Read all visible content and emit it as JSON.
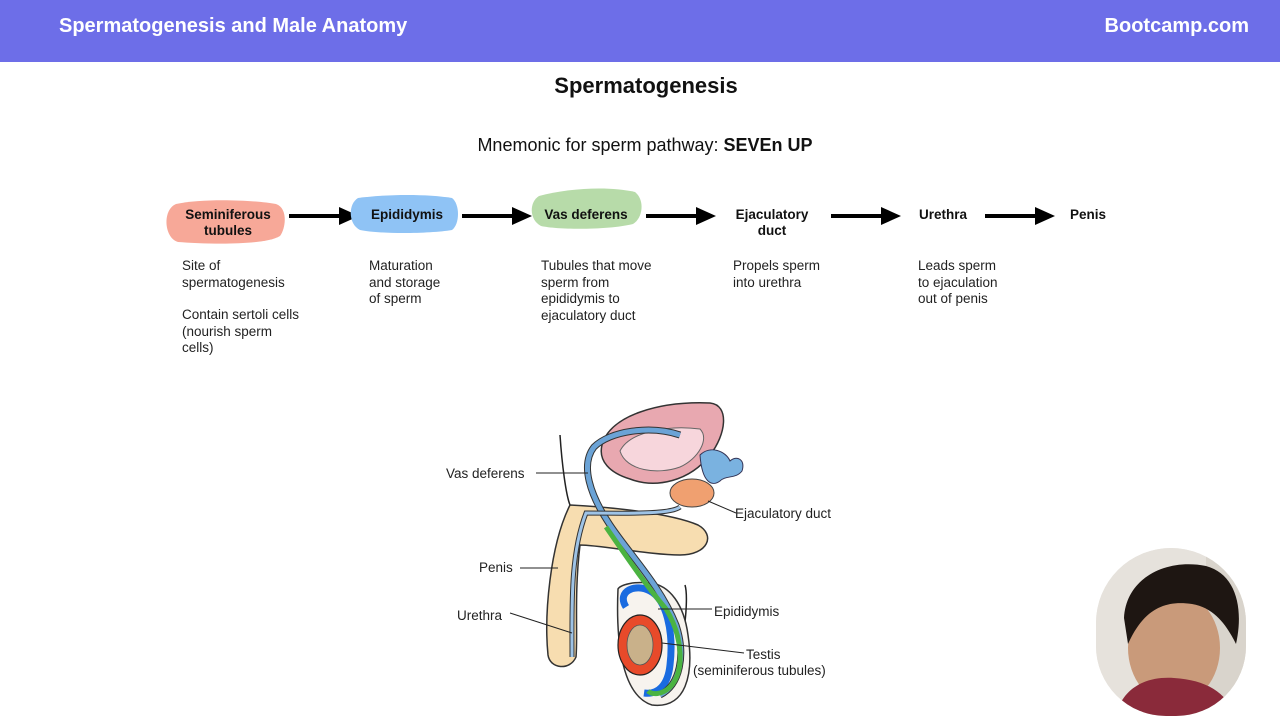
{
  "header": {
    "title": "Spermatogenesis and Male Anatomy",
    "brand": "Bootcamp.com"
  },
  "page_title": "Spermatogenesis",
  "mnemonic": {
    "prefix": "Mnemonic for sperm pathway: ",
    "word": "SEVEn UP"
  },
  "pathway": [
    {
      "name": "Seminiferous tubules",
      "highlight": "#f7a898",
      "desc": [
        "Site of spermatogenesis",
        "Contain sertoli cells (nourish sperm cells)"
      ]
    },
    {
      "name": "Epididymis",
      "highlight": "#8fc3f5",
      "desc": [
        "Maturation and storage of sperm"
      ]
    },
    {
      "name": "Vas deferens",
      "highlight": "#b7dba9",
      "desc": [
        "Tubules that move sperm from epididymis to ejaculatory duct"
      ]
    },
    {
      "name": "Ejaculatory duct",
      "highlight": "",
      "desc": [
        "Propels sperm into urethra"
      ]
    },
    {
      "name": "Urethra",
      "highlight": "",
      "desc": [
        "Leads sperm to ejaculation out of penis"
      ]
    },
    {
      "name": "Penis",
      "highlight": "",
      "desc": []
    }
  ],
  "diagram_labels": {
    "vas_deferens": "Vas deferens",
    "ejaculatory_duct": "Ejaculatory duct",
    "penis": "Penis",
    "urethra": "Urethra",
    "epididymis": "Epididymis",
    "testis": "Testis",
    "testis_sub": "(seminiferous tubules)"
  }
}
